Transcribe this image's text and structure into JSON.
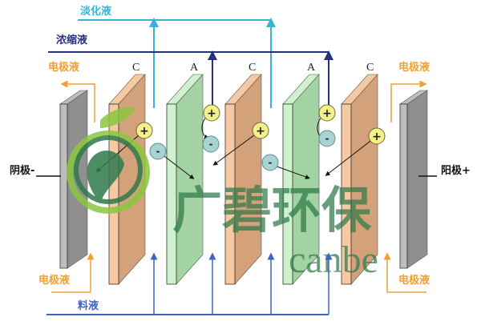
{
  "labels": {
    "diluate": "淡化液",
    "concentrate": "浓缩液",
    "electrode_left_top": "电极液",
    "electrode_right_top": "电极液",
    "electrode_left_bottom": "电极液",
    "electrode_right_bottom": "电极液",
    "feed": "料液",
    "cathode": "阴极-",
    "anode": "阳极+"
  },
  "membranes": [
    "C",
    "A",
    "C",
    "A",
    "C"
  ],
  "ions": {
    "cation": "+",
    "anion": "-"
  },
  "watermark": {
    "cn": "广碧环保",
    "en": "canbe"
  },
  "colors": {
    "diluate": "#35b4d8",
    "concentrate": "#27307a",
    "electrode": "#f0a030",
    "feed": "#3f63c4",
    "cation_membrane": "#d4a27a",
    "anion_membrane": "#a3d3a3",
    "electrode_plate": "#8f8f8f"
  }
}
